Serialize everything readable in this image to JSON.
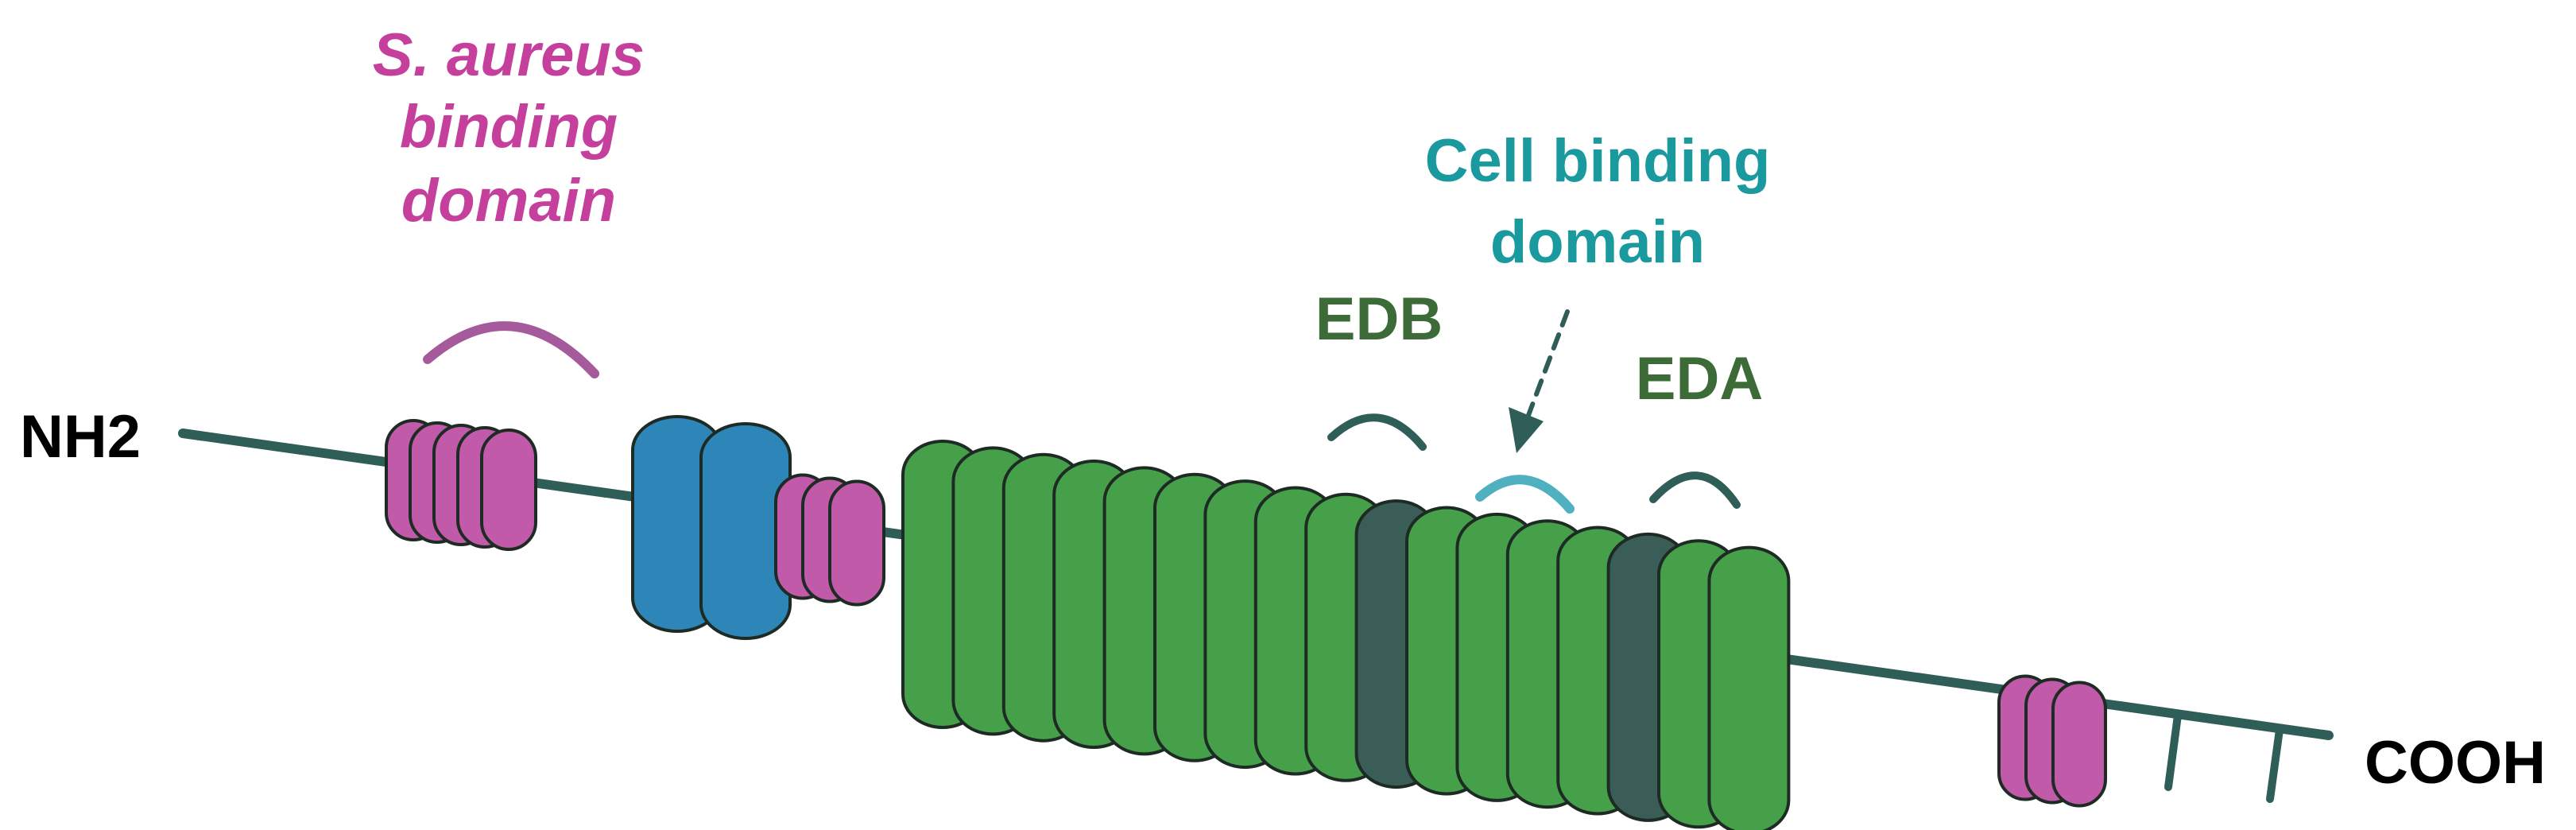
{
  "labels": {
    "s_aureus_line1": "S. aureus",
    "s_aureus_line2": "binding",
    "s_aureus_line3": "domain",
    "cell_line1": "Cell binding",
    "cell_line2": "domain",
    "edb": "EDB",
    "eda": "EDA",
    "n_terminus": "NH2",
    "c_terminus": "COOH"
  },
  "colors": {
    "type_i_module": "#c15aa8",
    "type_ii_module": "#2e86b8",
    "type_iii_module": "#46a049",
    "extra_domain": "#3a5e57",
    "backbone": "#2f5e58",
    "s_aureus": "#c5409c",
    "cell_binding": "#1a9a9e",
    "extra_domain_label": "#3d6b38",
    "terminus_label": "#000000"
  },
  "segments": [
    {
      "name": "type-i-module-group-1",
      "module": "type_i",
      "count": 5
    },
    {
      "name": "type-ii-module-group",
      "module": "type_ii",
      "count": 2
    },
    {
      "name": "type-i-module-group-2",
      "module": "type_i",
      "count": 3
    },
    {
      "name": "type-iii-module-group",
      "module": "type_iii",
      "count": 17,
      "extra_domains": [
        9,
        14
      ]
    },
    {
      "name": "type-i-module-group-3",
      "module": "type_i",
      "count": 3
    }
  ]
}
